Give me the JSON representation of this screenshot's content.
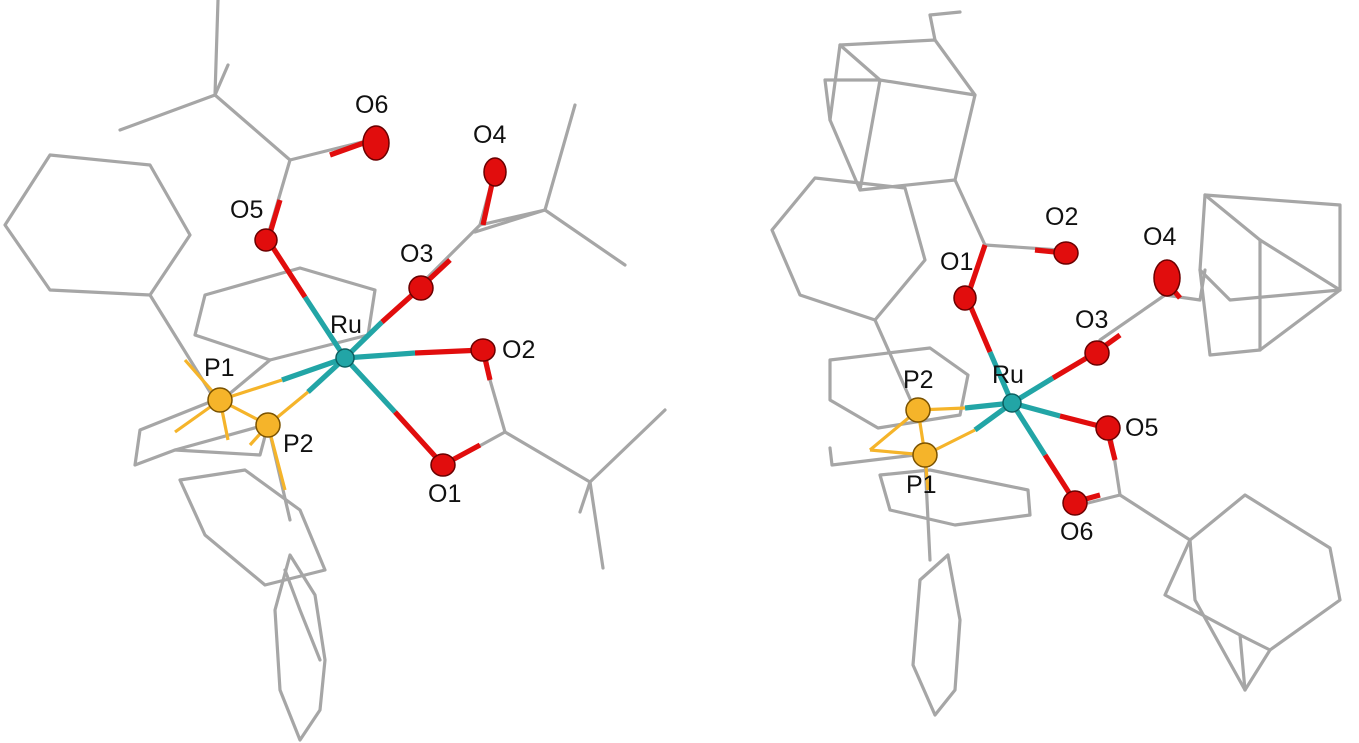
{
  "colors": {
    "carbon": "#a6a6a6",
    "ruthenium": "#22a5a6",
    "oxygen": "#e10d0d",
    "phosphorus": "#f5b42a",
    "label": "#111111",
    "background": "#ffffff"
  },
  "left_structure": {
    "labels": {
      "O6": "O6",
      "O4": "O4",
      "O5": "O5",
      "O3": "O3",
      "Ru": "Ru",
      "O2": "O2",
      "P1": "P1",
      "P2": "P2",
      "O1": "O1"
    }
  },
  "right_structure": {
    "labels": {
      "O2": "O2",
      "O4": "O4",
      "O1": "O1",
      "O3": "O3",
      "P2": "P2",
      "Ru": "Ru",
      "O5": "O5",
      "P1": "P1",
      "O6": "O6"
    }
  }
}
